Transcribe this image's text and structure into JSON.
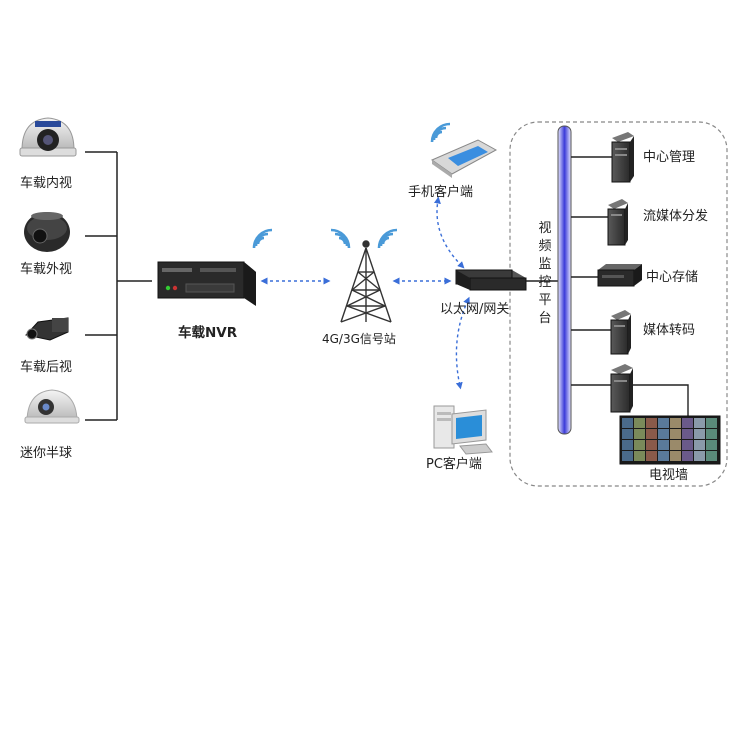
{
  "cameras": {
    "interior": "车载内视",
    "exterior": "车载外视",
    "rear": "车载后视",
    "mini_dome": "迷你半球"
  },
  "devices": {
    "nvr": "车载NVR",
    "tower": "4G/3G信号站",
    "mobile_client": "手机客户端",
    "gateway": "以太网/网关",
    "pc_client": "PC客户端"
  },
  "platform": {
    "name_chars": [
      "视",
      "频",
      "监",
      "控",
      "平",
      "台"
    ],
    "services": [
      "中心管理",
      "流媒体分发",
      "中心存储",
      "媒体转码"
    ],
    "video_wall": "电视墙"
  },
  "colors": {
    "bus_blue": "#3a3ad8",
    "link_blue": "#3a6ed8",
    "wifi_blue": "#4a9ad8",
    "line": "#222222",
    "border_dash": "#888888"
  }
}
